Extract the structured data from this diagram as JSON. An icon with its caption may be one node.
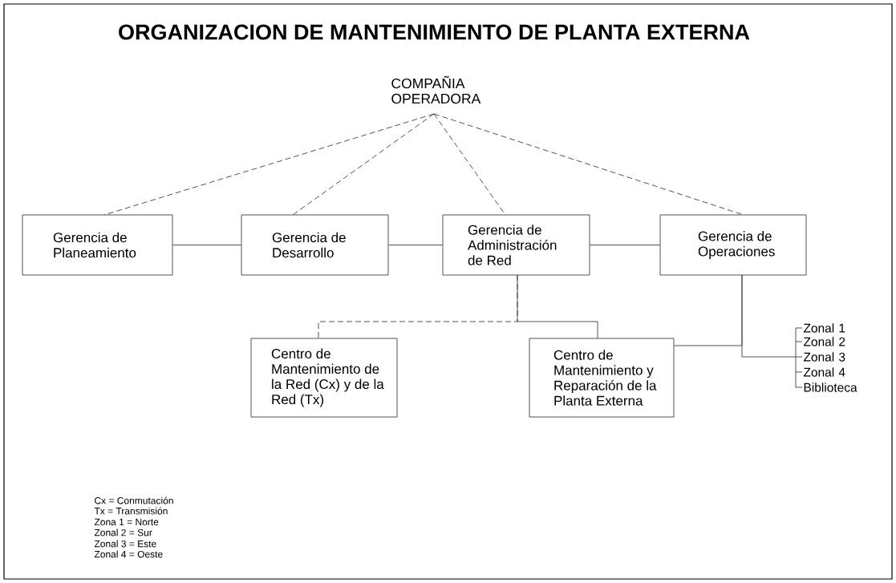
{
  "diagram": {
    "title": "ORGANIZACION DE MANTENIMIENTO DE PLANTA  EXTERNA",
    "nodes": [
      {
        "text": [
          "COMPAÑIA OPERADORA"
        ]
      },
      {
        "text": [
          "Gerencia de Planeamiento"
        ]
      },
      {
        "text": [
          "Gerencia de Desarrollo"
        ]
      },
      {
        "text": [
          "Gerencia de Administración de Red"
        ]
      },
      {
        "text": [
          "Gerencia de Operaciones"
        ]
      },
      {
        "text": [
          "Centro de Mantenimiento de la Red (Cx) y de la Red (Tx)"
        ]
      },
      {
        "text": [
          "Centro de Mantenimiento y Reparación de la Planta Externa"
        ]
      },
      {
        "text": [
          "Zonal 1"
        ]
      },
      {
        "text": [
          "Zonal 2"
        ]
      },
      {
        "text": [
          "Zonal 3"
        ]
      },
      {
        "text": [
          "Zonal 4"
        ]
      },
      {
        "text": [
          "Biblioteca"
        ]
      }
    ],
    "edges": [
      {
        "from": 0,
        "to": 1,
        "arrow": "none",
        "style": "dashed"
      },
      {
        "from": 0,
        "to": 2,
        "arrow": "none",
        "style": "dashed"
      },
      {
        "from": 0,
        "to": 3,
        "arrow": "none",
        "style": "dashed"
      },
      {
        "from": 0,
        "to": 4,
        "arrow": "none",
        "style": "dashed"
      },
      {
        "from": 1,
        "to": 2,
        "arrow": "none"
      },
      {
        "from": 2,
        "to": 3,
        "arrow": "none"
      },
      {
        "from": 3,
        "to": 4,
        "arrow": "none"
      },
      {
        "from": 3,
        "to": 5,
        "arrow": "none",
        "style": "dashed"
      },
      {
        "from": 3,
        "to": 6,
        "arrow": "none"
      },
      {
        "from": 4,
        "to": 6,
        "arrow": "none"
      },
      {
        "from": 4,
        "to": 7,
        "arrow": "none"
      },
      {
        "from": 4,
        "to": 8,
        "arrow": "none"
      },
      {
        "from": 4,
        "to": 9,
        "arrow": "none"
      },
      {
        "from": 4,
        "to": 10,
        "arrow": "none"
      },
      {
        "from": 4,
        "to": 11,
        "arrow": "none"
      }
    ],
    "labels": [
      "Cx = Conmutación",
      "Tx = Transmisión",
      "Zona 1 = Norte",
      "Zonal 2 = Sur",
      "Zonal 3 = Este",
      "Zonal 4 = Oeste"
    ]
  }
}
